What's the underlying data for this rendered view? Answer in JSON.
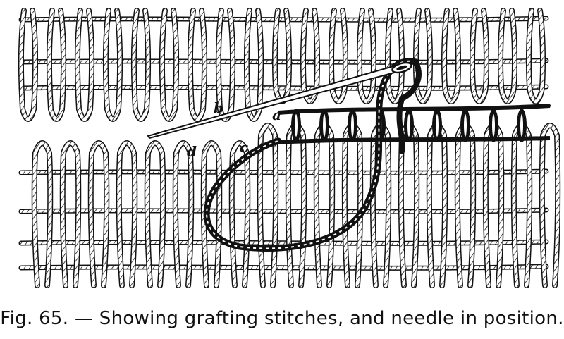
{
  "figure": {
    "caption": "Fig. 65. — Showing grafting stitches, and needle in position.",
    "labels": {
      "a": "a",
      "b": "b",
      "c": "c",
      "d": "d"
    },
    "illustration": "knitted-fabric-grafting-drawing",
    "colors": {
      "ink": "#111111",
      "background": "#ffffff",
      "light_yarn": "#ffffff",
      "dark_yarn": "#1a1a1a"
    }
  }
}
